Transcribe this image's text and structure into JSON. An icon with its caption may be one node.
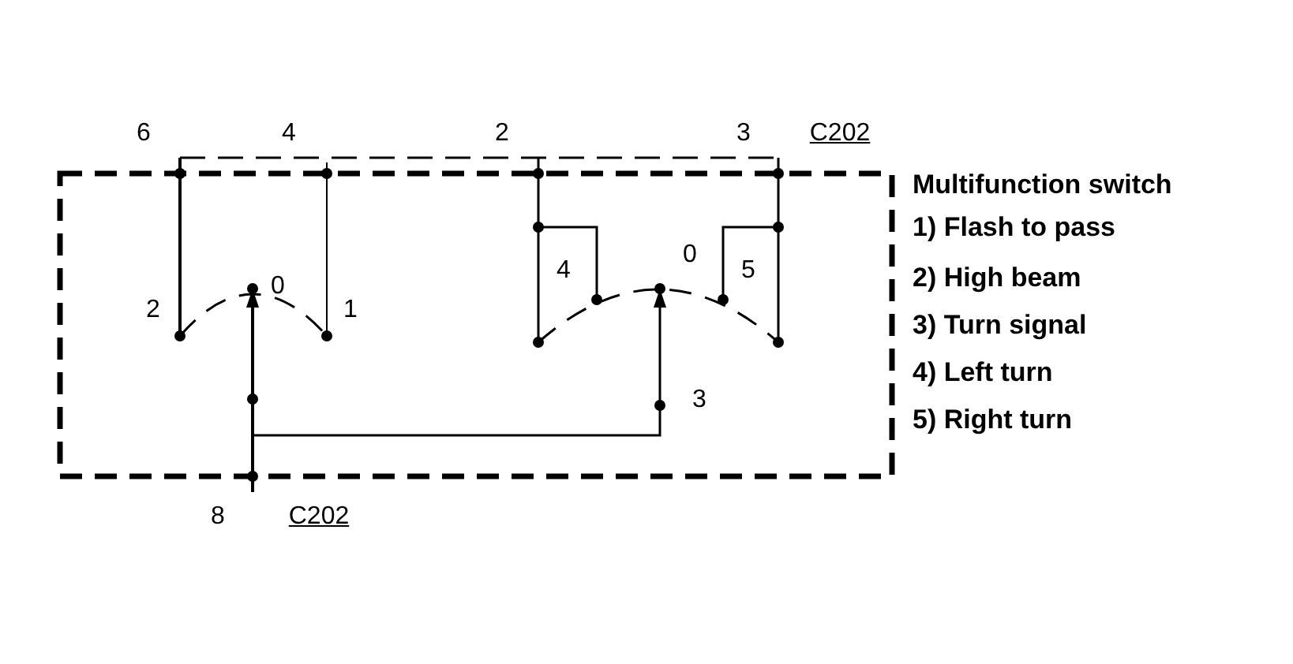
{
  "diagram": {
    "labels": [
      "6",
      "4",
      "2",
      "3",
      "C202",
      "Multifunction switch",
      "1) Flash to pass",
      "0",
      "4",
      "0",
      "5",
      "2) High beam",
      "2",
      "1",
      "3) Turn signal",
      "4) Left turn",
      "3",
      "5) Right turn",
      "8",
      "C202"
    ]
  }
}
